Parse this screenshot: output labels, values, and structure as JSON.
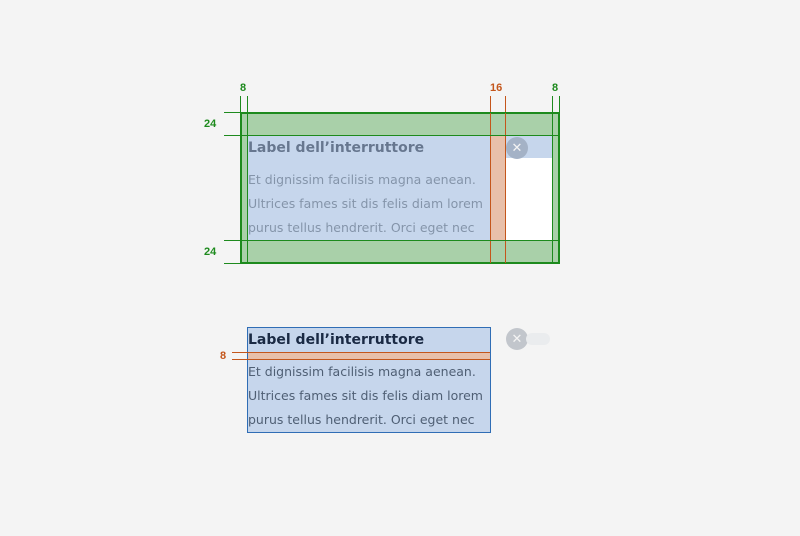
{
  "top_diagram": {
    "switch_label": "Label dell’interruttore",
    "description_lines": [
      "Et dignissim facilisis magna aenean.",
      "Ultrices fames sit dis felis diam lorem",
      "purus tellus hendrerit. Orci eget nec"
    ],
    "spacing": {
      "left": "8",
      "gap": "16",
      "right": "8",
      "top": "24",
      "bottom": "24"
    }
  },
  "bottom_diagram": {
    "switch_label": "Label dell’interruttore",
    "description_lines": [
      "Et dignissim facilisis magna aenean.",
      "Ultrices fames sit dis felis diam lorem",
      "purus tellus hendrerit. Orci eget nec"
    ],
    "spacing": {
      "label_gap": "8"
    }
  },
  "icons": {
    "toggle": "close-icon"
  },
  "colors": {
    "padding_green": "#1d8a1d",
    "gap_orange": "#c4561b",
    "content_blue": "#c6d6ec",
    "text_dark": "#1a2a44"
  }
}
